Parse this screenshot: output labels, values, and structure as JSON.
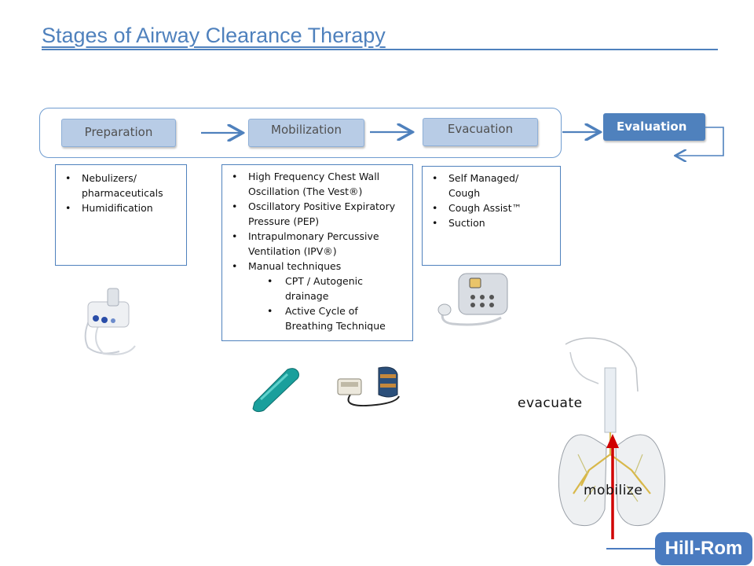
{
  "slide": {
    "title": "Stages of Airway Clearance Therapy",
    "stages": {
      "preparation": "Preparation",
      "mobilization": "Mobilization",
      "evacuation": "Evacuation",
      "evaluation": "Evaluation"
    },
    "preparation_items": [
      "Nebulizers/",
      "pharmaceuticals",
      "Humidification"
    ],
    "mobilization_items": [
      "High Frequency Chest Wall",
      "Oscillation (The Vest®)",
      "Oscillatory Positive Expiratory",
      "Pressure (PEP)",
      "Intrapulmonary Percussive",
      "Ventilation (IPV®)",
      "Manual techniques",
      "CPT / Autogenic",
      "drainage",
      "Active Cycle of",
      "Breathing Technique"
    ],
    "evacuation_items": [
      "Self Managed/",
      "Cough",
      "Cough Assist™",
      "Suction"
    ],
    "diagram_labels": {
      "top": "evacuate",
      "bottom": "mobilize"
    },
    "logo": "Hill-Rom",
    "colors": {
      "title": "#4f81bd",
      "stage_fill": "#b8cce6",
      "evaluation_fill": "#4f81bd",
      "arrow": "#4f81bd",
      "mobilize_arrow": "#d00000"
    }
  }
}
